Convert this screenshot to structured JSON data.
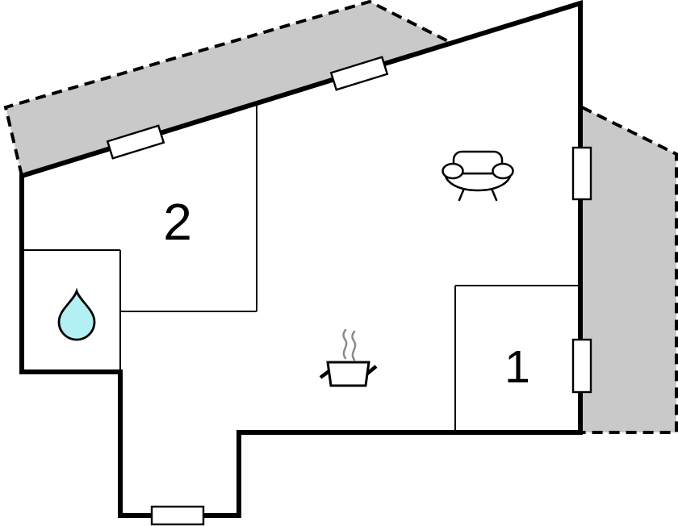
{
  "floorplan": {
    "rooms": [
      {
        "name": "room-2",
        "label": "2"
      },
      {
        "name": "room-1",
        "label": "1"
      }
    ],
    "areas": [
      {
        "name": "terrace-top",
        "type": "terrace"
      },
      {
        "name": "terrace-right",
        "type": "terrace"
      },
      {
        "name": "bathroom",
        "type": "bathroom"
      }
    ],
    "icons": [
      {
        "name": "window-icon",
        "count": 5
      },
      {
        "name": "sofa-icon"
      },
      {
        "name": "stove-pot-icon"
      },
      {
        "name": "water-drop-icon"
      }
    ],
    "colors": {
      "terrace_fill": "#c9c9c9",
      "wall": "#000000",
      "background": "#ffffff",
      "window_fill": "#ffffff",
      "water_drop_fill": "#b3f0f3",
      "steam": "#8a8a8a"
    }
  }
}
